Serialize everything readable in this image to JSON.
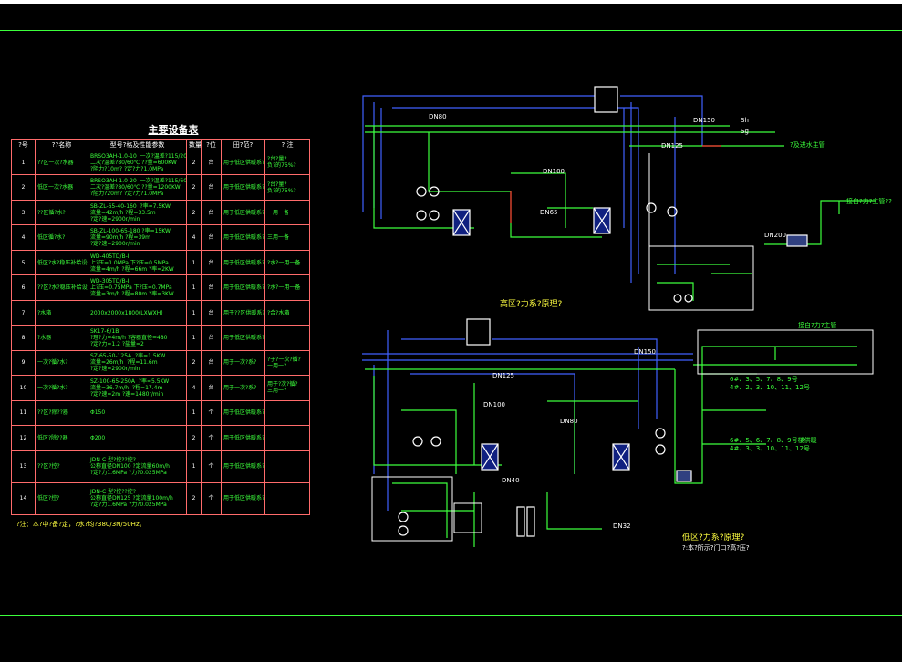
{
  "table": {
    "title": "主要设备表",
    "headers": [
      "?号",
      "??名称",
      "型号?格及性能参数",
      "数量",
      "?位",
      "田?范?",
      "? 注"
    ],
    "rows": [
      {
        "no": "1",
        "name": "??区一次?水器",
        "spec": "BRSO3AH-1.0-10  一次?温差?115/20℃\n二次?温差?80/60℃ ??量=600KW\n?阻力?10m? ?定?力?1.0MPa",
        "qty": "2",
        "unit": "台",
        "scope": "用于低区供暖系?",
        "note": "?台?量?\n负?的75%?"
      },
      {
        "no": "2",
        "name": "低区一次?水器",
        "spec": "BRSO3AH-1.0-20  一次?温差?115/60℃\n二次?温差?80/60℃ ??量=1200KW\n?阻力?20m? ?定?力?1.0MPa",
        "qty": "2",
        "unit": "台",
        "scope": "用于低区供暖系?",
        "note": "?台?量?\n负?的75%?"
      },
      {
        "no": "3",
        "name": "??区循?水?",
        "spec": "SB-ZL-65-40-160  ?率=7.5KW\n流量=42m/h ?程=33.5m\n?定?速=2900r/min",
        "qty": "2",
        "unit": "台",
        "scope": "用于低区供暖系?",
        "note": "一用一备"
      },
      {
        "no": "4",
        "name": "低区循?水?",
        "spec": "SB-ZL-100-65-180 ?率=15KW\n流量=90m/h ?程=39m\n?定?速=2900r/min",
        "qty": "4",
        "unit": "台",
        "scope": "用于低区供暖系?",
        "note": "三用一备"
      },
      {
        "no": "5",
        "name": "低区?水?稳压补给设备",
        "spec": "WD-405TD/B-I\n上?压=1.0MPa 下?压=0.5MPa\n流量=4m/h ?程=66m ?率=2KW",
        "qty": "1",
        "unit": "台",
        "scope": "用于低区供暖系?",
        "note": "?水?一用一备"
      },
      {
        "no": "6",
        "name": "??区?水?稳压补给设备",
        "spec": "WD-305TD/B-I\n上?压=0.75MPa 下?压=0.7MPa\n流量=3m/h ?程=80m ?率=3KW",
        "qty": "1",
        "unit": "台",
        "scope": "用于低区供暖系?",
        "note": "?水?一用一备"
      },
      {
        "no": "7",
        "name": "?水箱",
        "spec": "2000x2000x1800(LXWXH)",
        "qty": "1",
        "unit": "台",
        "scope": "用于??区供暖系?",
        "note": "?合?水箱"
      },
      {
        "no": "8",
        "name": "?水器",
        "spec": "SK17-6/1B\n?理?力=4m/h ?容器直径=480\n?定?力=1.2 ?盐量=2",
        "qty": "1",
        "unit": "台",
        "scope": "用于低区供暖系?",
        "note": ""
      },
      {
        "no": "9",
        "name": "一次?循?水?",
        "spec": "SZ-65-50-125A  ?率=1.5KW\n流量=26m/h  ?程=11.6m\n?定?速=2900r/min",
        "qty": "2",
        "unit": "台",
        "scope": "用于一次?系?",
        "note": "?于?一次?循?\n一用一?"
      },
      {
        "no": "10",
        "name": "一次?循?水?",
        "spec": "SZ-100-65-250A  ?率=5.5KW\n流量=36.7m/h  ?程=17.4m\n?定?速=2m ?速=1480r/min",
        "qty": "4",
        "unit": "台",
        "scope": "用于一次?系?",
        "note": "用于?次?循?\n三用一?"
      },
      {
        "no": "11",
        "name": "??区?除??器",
        "spec": "Φ150",
        "qty": "1",
        "unit": "个",
        "scope": "用于低区供暖系?",
        "note": ""
      },
      {
        "no": "12",
        "name": "低区?除??器",
        "spec": "Φ200",
        "qty": "2",
        "unit": "个",
        "scope": "用于低区供暖系?",
        "note": ""
      },
      {
        "no": "13",
        "name": "??区?控?",
        "spec": "JDN-C 型?控??控?\n公称直径DN100 ?定流量60m/h\n?定?力1.6MPa ?力?0.025MPa",
        "qty": "1",
        "unit": "个",
        "scope": "用于低区供暖系?",
        "note": ""
      },
      {
        "no": "14",
        "name": "低区?控?",
        "spec": "JDN-C 型?控??控?\n公称直径DN125 ?定流量100m/h\n?定?力1.6MPa ?力?0.025MPa",
        "qty": "2",
        "unit": "个",
        "scope": "用于低区供暖系?",
        "note": ""
      }
    ],
    "footnote": "?注：本?中?备?定，?水?均?380/3N/50Hz。"
  },
  "diagram": {
    "top_title": "高区?力系?原理?",
    "bottom_title": "低区?力系?原理?",
    "bottom_subtitle": "?:本?所示?门口?高?压?",
    "labels": {
      "kr1": "?及进水主管",
      "kr2": "接自?力?主管??",
      "kr3": "接自?力?主管",
      "dn150": "DN150",
      "dn125": "DN125",
      "dn100": "DN100",
      "dn80": "DN80",
      "dn65": "DN65",
      "dn40": "DN40",
      "dn32": "DN32",
      "dn200": "DN200",
      "bldg_a": "6#、3、5、7、8、9号",
      "bldg_a2": "4#、2、3、10、11、12号",
      "bldg_b": "6#、5、6、7、8、9号楼供暖",
      "bldg_b2": "4#、3、3、10、11、12号",
      "sh": "Sh",
      "sg": "Sg"
    }
  }
}
